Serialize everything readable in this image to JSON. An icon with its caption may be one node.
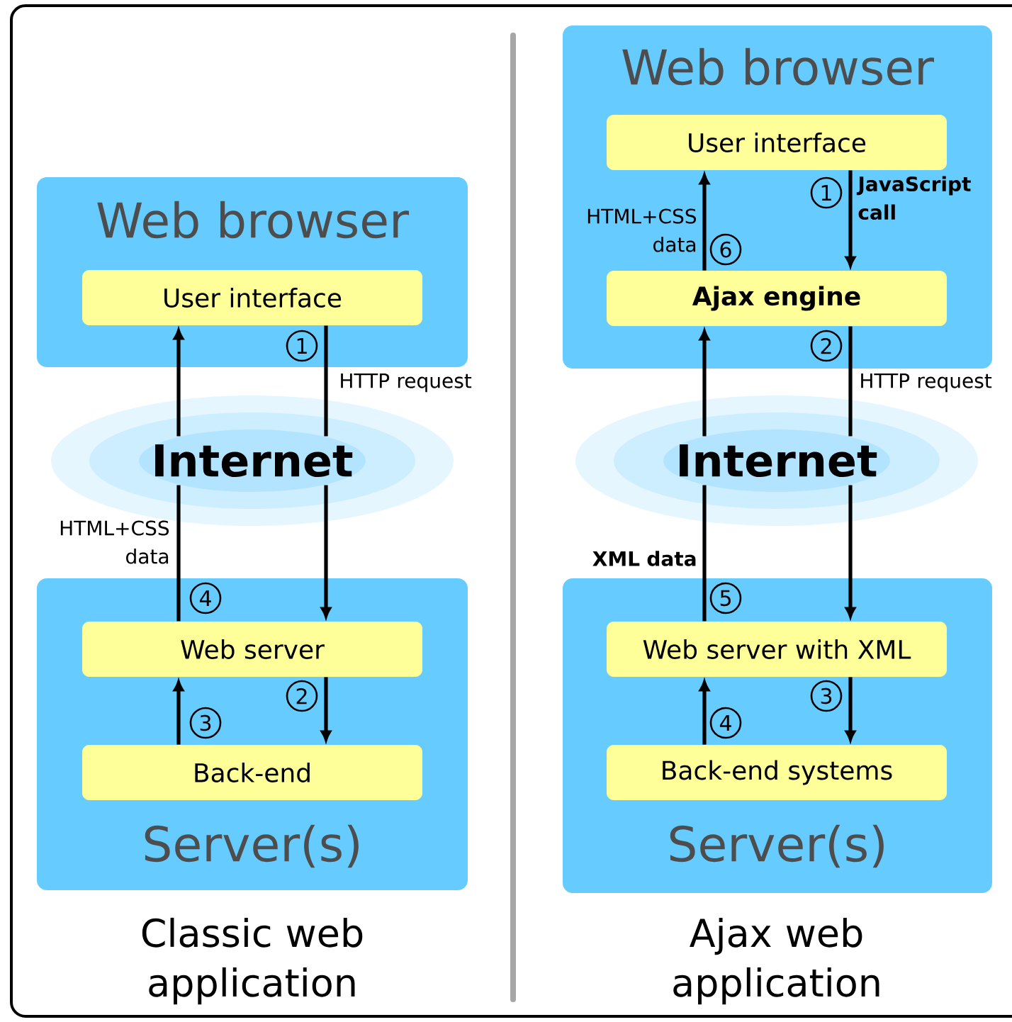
{
  "diagram": {
    "nodes": [
      {
        "text": [
          "Web browser"
        ]
      },
      {
        "text": [
          "User interface"
        ],
        "in": 0
      },
      {
        "text": [
          "Internet"
        ]
      },
      {
        "text": [
          "Server(s)"
        ]
      },
      {
        "text": [
          "Web server"
        ],
        "in": 3
      },
      {
        "text": [
          "Back-end"
        ],
        "in": 3
      },
      {
        "text": [
          "Web browser"
        ]
      },
      {
        "text": [
          "User interface"
        ],
        "in": 6
      },
      {
        "text": [
          "Ajax engine"
        ],
        "in": 6
      },
      {
        "text": [
          "Internet"
        ]
      },
      {
        "text": [
          "Server(s)"
        ]
      },
      {
        "text": [
          "Web server with XML"
        ],
        "in": 10
      },
      {
        "text": [
          "Back-end systems"
        ],
        "in": 10
      }
    ],
    "edges": [
      {
        "from": 1,
        "to": 2,
        "arrow": "none",
        "label": "HTTP request"
      },
      {
        "from": 2,
        "to": 4,
        "arrow": "to"
      },
      {
        "from": 4,
        "to": 2,
        "arrow": "none",
        "label": "HTML+CSS data"
      },
      {
        "from": 2,
        "to": 1,
        "arrow": "to"
      },
      {
        "from": 4,
        "to": 5,
        "arrow": "to"
      },
      {
        "from": 5,
        "to": 4,
        "arrow": "to"
      },
      {
        "from": 7,
        "to": 8,
        "arrow": "to",
        "label": "JavaScript call"
      },
      {
        "from": 8,
        "to": 7,
        "arrow": "to",
        "label": "HTML+CSS data"
      },
      {
        "from": 8,
        "to": 9,
        "arrow": "none",
        "label": "HTTP request"
      },
      {
        "from": 9,
        "to": 11,
        "arrow": "to"
      },
      {
        "from": 11,
        "to": 9,
        "arrow": "none",
        "label": "XML data"
      },
      {
        "from": 9,
        "to": 8,
        "arrow": "to"
      },
      {
        "from": 11,
        "to": 12,
        "arrow": "to"
      },
      {
        "from": 12,
        "to": 11,
        "arrow": "to"
      }
    ],
    "labels": [
      "1",
      "4",
      "2",
      "3",
      "Classic web application",
      "1",
      "6",
      "2",
      "5",
      "3",
      "4",
      "Ajax web application"
    ]
  }
}
